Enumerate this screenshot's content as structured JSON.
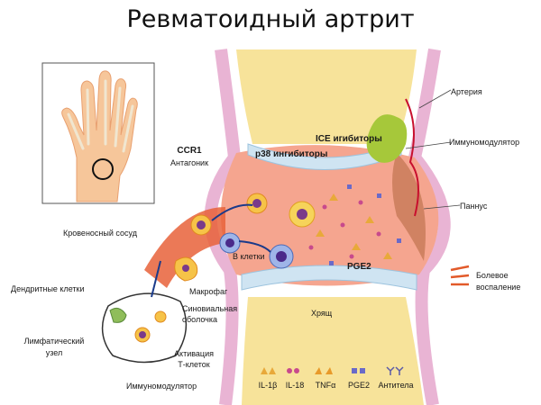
{
  "title": "Ревматоидный артрит",
  "labels": {
    "artery": "Артерия",
    "immunomodulator_right": "Иммуномодулятор",
    "pannus": "Паннус",
    "pain_inflammation_1": "Болевое",
    "pain_inflammation_2": "воспаление",
    "ccr1_1": "CCR1",
    "ccr1_2": "Антагоник",
    "p38": "p38 ингибиторы",
    "ice": "ICE игибиторы",
    "blood_vessel": "Кровеносный сосуд",
    "b_cells": "B клетки",
    "macrophage": "Макрофаг",
    "pge2": "PGE2",
    "cartilage": "Хрящ",
    "dendritic": "Дендритные клетки",
    "synovial_1": "Синовиальная",
    "synovial_2": "оболочка",
    "lymph_1": "Лимфатический",
    "lymph_2": "узел",
    "tcell_1": "Активация",
    "tcell_2": "Т-клеток",
    "immunomodulator_bottom": "Иммуномодулятор"
  },
  "legend": [
    {
      "label": "IL-1β",
      "color": "#e8a93a",
      "icon": "triangle-icon"
    },
    {
      "label": "IL-18",
      "color": "#c84a8c",
      "icon": "dots-icon"
    },
    {
      "label": "TNFα",
      "color": "#e89a2a",
      "icon": "wedge-icon"
    },
    {
      "label": "PGE2",
      "color": "#6a6ac8",
      "icon": "square-icon"
    },
    {
      "label": "Антитела",
      "color": "#5a5aa8",
      "icon": "y-antibody-icon"
    }
  ]
}
